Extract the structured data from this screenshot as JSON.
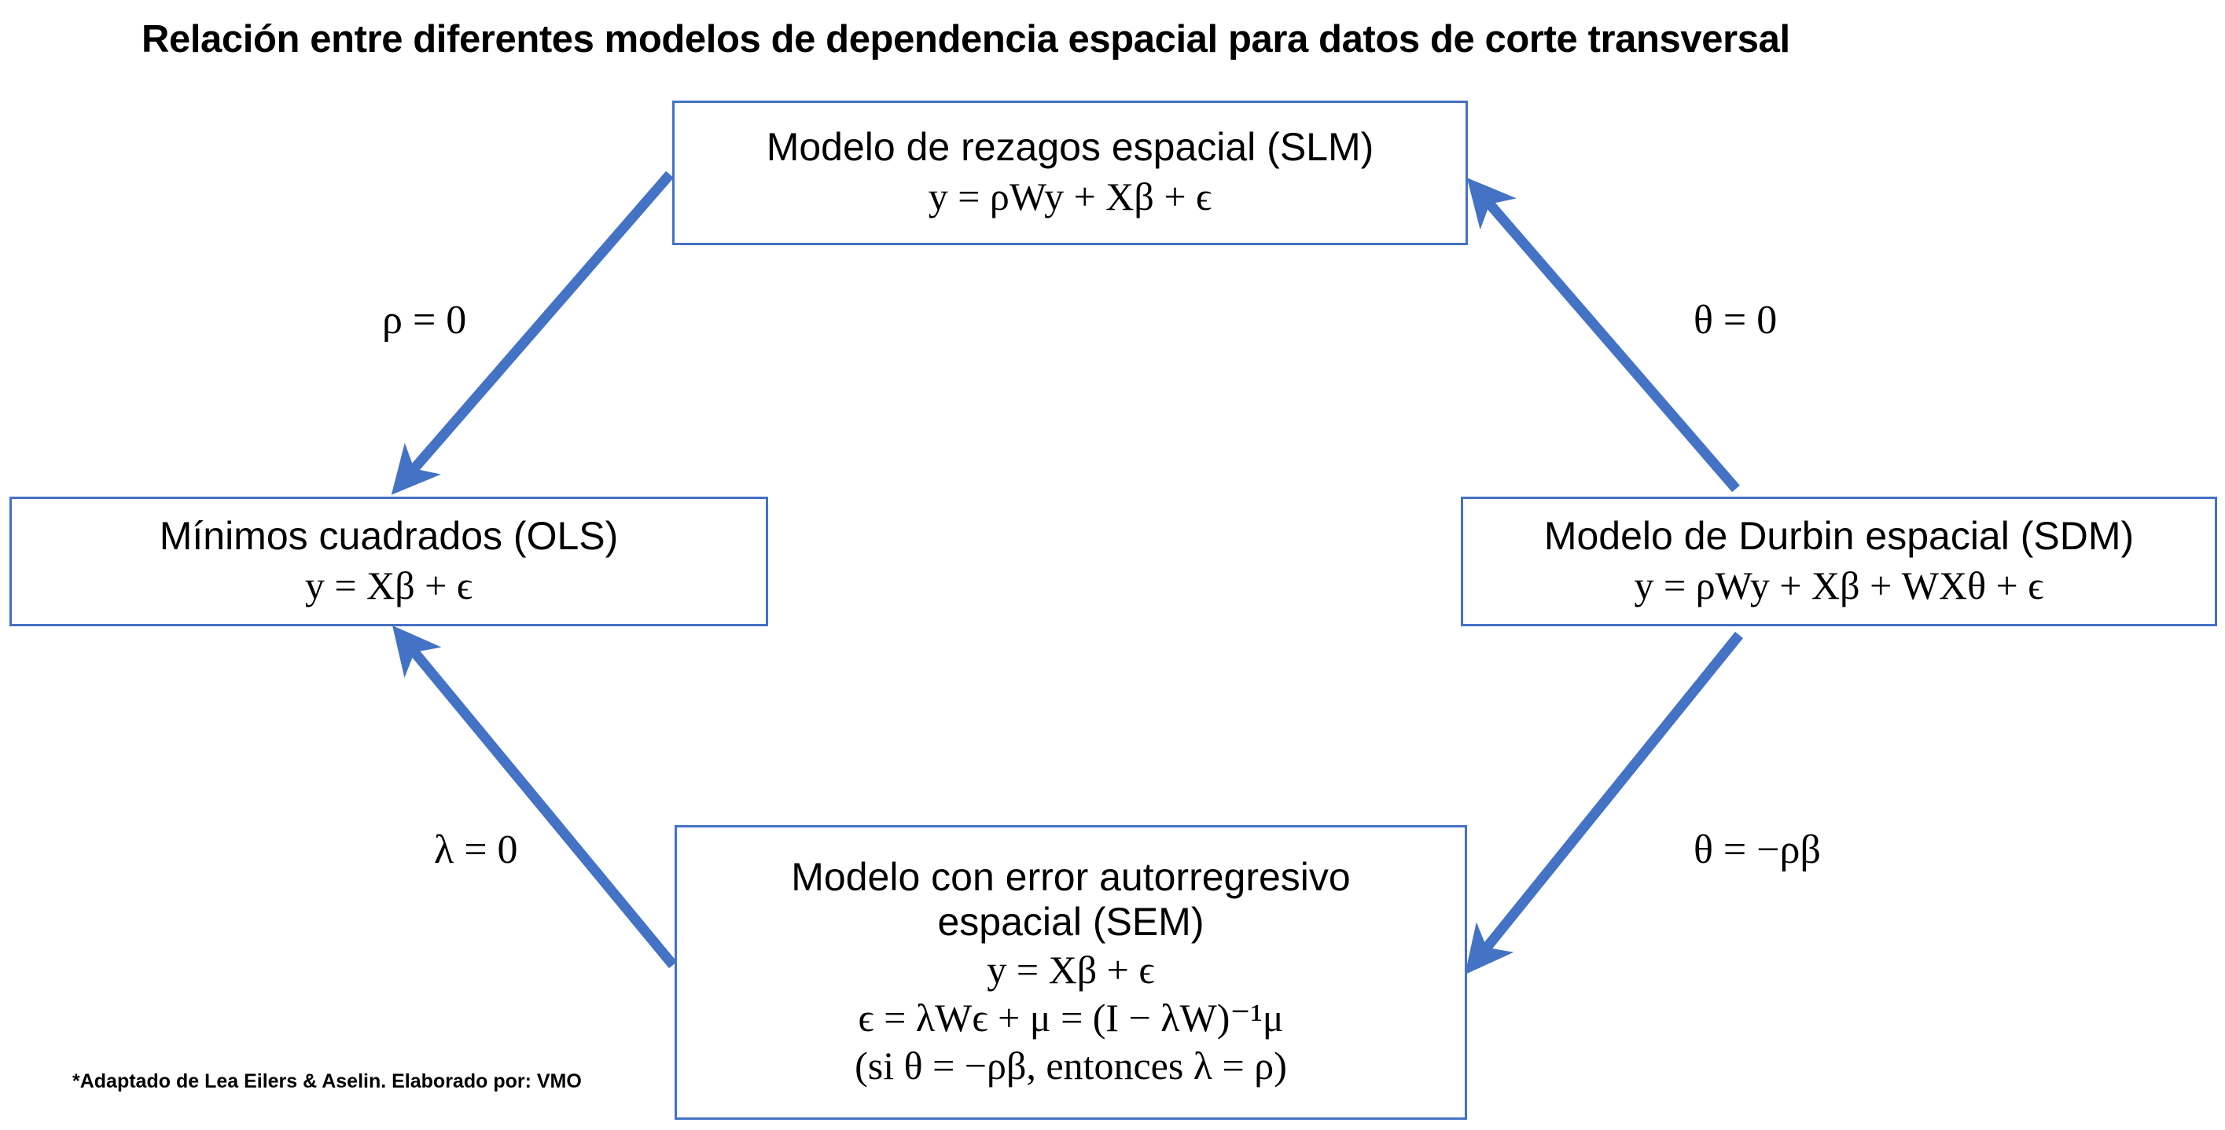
{
  "title": "Relación entre diferentes modelos de dependencia espacial para datos de corte transversal",
  "colors": {
    "arrow": "#4472C4",
    "box_border": "#4472C4",
    "text": "#000000",
    "background": "#FFFFFF"
  },
  "nodes": {
    "slm": {
      "title": "Modelo de rezagos espacial (SLM)",
      "equation": "y = ρWy + Xβ + ϵ"
    },
    "ols": {
      "title": "Mínimos cuadrados (OLS)",
      "equation": "y = Xβ + ϵ"
    },
    "sdm": {
      "title": "Modelo de Durbin espacial (SDM)",
      "equation": "y = ρWy + Xβ + WXθ + ϵ"
    },
    "sem": {
      "title": "Modelo con error autorregresivo\nespacial (SEM)",
      "equation_1": "y = Xβ + ϵ",
      "equation_2": "ϵ = λWϵ + μ = (I − λW)⁻¹μ",
      "equation_3": "(si θ = −ρβ, entonces λ = ρ)"
    }
  },
  "edges": [
    {
      "id": "slm-to-ols",
      "from": "slm",
      "to": "ols",
      "label": "ρ = 0"
    },
    {
      "id": "sdm-to-slm",
      "from": "sdm",
      "to": "slm",
      "label": "θ = 0"
    },
    {
      "id": "sem-to-ols",
      "from": "sem",
      "to": "ols",
      "label": "λ = 0"
    },
    {
      "id": "sdm-to-sem",
      "from": "sdm",
      "to": "sem",
      "label": "θ = −ρβ"
    }
  ],
  "footnote": "*Adaptado de Lea Eilers & Aselin. Elaborado por: VMO"
}
